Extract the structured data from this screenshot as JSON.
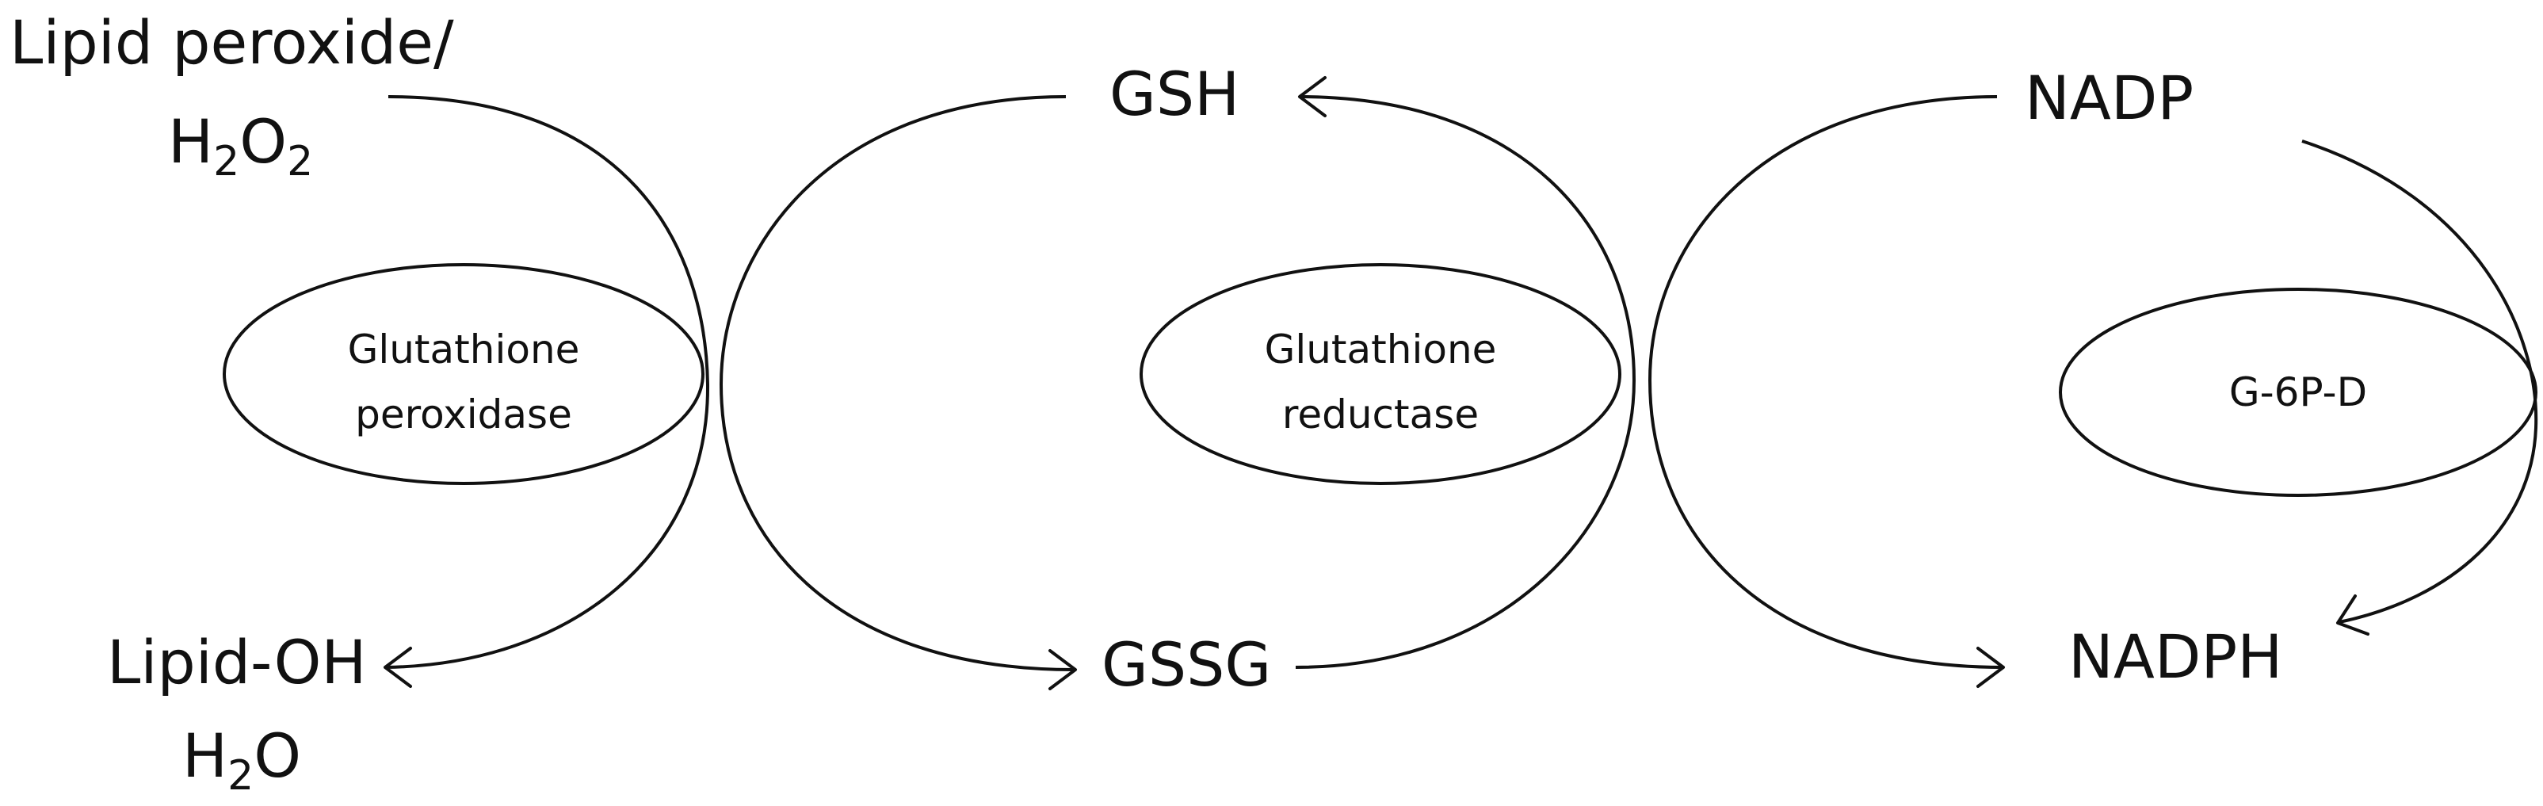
{
  "labels": {
    "lipid_peroxide": "Lipid peroxide/",
    "h2o2": {
      "h1": "H",
      "s1": "2",
      "o": "O",
      "s2": "2"
    },
    "lipid_oh": "Lipid-OH",
    "h2o": {
      "h": "H",
      "s": "2",
      "o": "O"
    },
    "gsh": "GSH",
    "gssg": "GSSG",
    "nadp": "NADP",
    "nadph": "NADPH"
  },
  "enzymes": {
    "glutathione_peroxidase": [
      "Glutathione",
      "peroxidase"
    ],
    "glutathione_reductase": [
      "Glutathione",
      "reductase"
    ],
    "g6pd": "G-6P-D"
  }
}
